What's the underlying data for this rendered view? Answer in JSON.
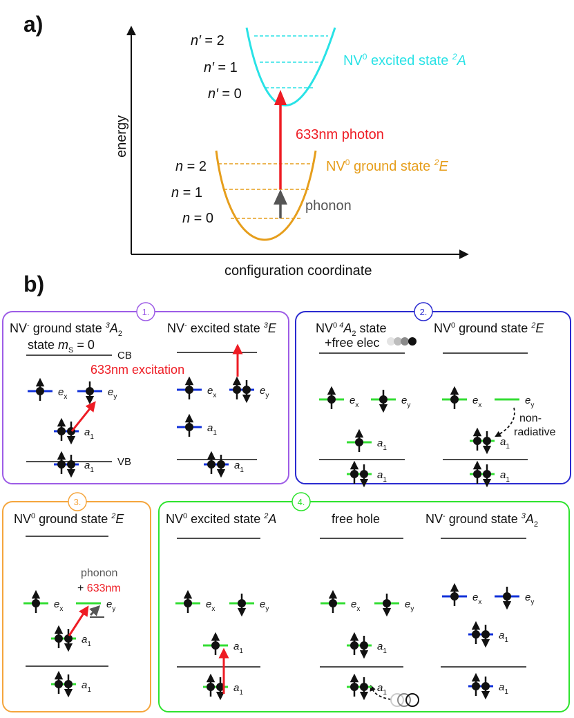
{
  "panel_a": {
    "label": "a)",
    "y_axis_label": "energy",
    "x_axis_label": "configuration coordinate",
    "excited": {
      "title_prefix": "NV",
      "title_sup": "0",
      "title_mid": " excited state ",
      "title_sup2": "2",
      "title_term": "A",
      "levels": [
        {
          "sym": "n′",
          "eq": " = ",
          "val": "2"
        },
        {
          "sym": "n′",
          "eq": " = ",
          "val": "1"
        },
        {
          "sym": "n′",
          "eq": " = ",
          "val": "0"
        }
      ]
    },
    "ground": {
      "title_prefix": "NV",
      "title_sup": "0",
      "title_mid": " ground state ",
      "title_sup2": "2",
      "title_term": "E",
      "levels": [
        {
          "sym": "n",
          "eq": " = ",
          "val": "2"
        },
        {
          "sym": "n",
          "eq": " = ",
          "val": "1"
        },
        {
          "sym": "n",
          "eq": " = ",
          "val": "0"
        }
      ]
    },
    "photon_label": "633nm photon",
    "phonon_label": "phonon"
  },
  "panel_b": {
    "label": "b)",
    "boxes": [
      {
        "number": "1."
      },
      {
        "number": "2."
      },
      {
        "number": "3."
      },
      {
        "number": "4."
      }
    ],
    "box1": {
      "left_title_a": "NV",
      "left_title_a_sup": "-",
      "left_title_b": " ground state ",
      "left_title_b_sup": "3",
      "left_title_term": "A",
      "left_title_sub": "2",
      "left_title_line2": "state ",
      "left_title_ms": "m",
      "left_title_ms_sub": "S",
      "left_title_ms_val": " = 0",
      "right_title_a": "NV",
      "right_title_a_sup": "-",
      "right_title_b": " excited state ",
      "right_title_b_sup": "3",
      "right_title_term": "E",
      "cb": "CB",
      "vb": "VB",
      "excitation": "633nm excitation"
    },
    "box2": {
      "left_title_a": "NV",
      "left_title_a_sup": "0",
      "left_title_b_sup": " 4",
      "left_title_term": "A",
      "left_title_sub": "2",
      "left_title_b": " state",
      "left_title_line2": "+free elec",
      "right_title_a": "NV",
      "right_title_a_sup": "0",
      "right_title_b": " ground state ",
      "right_title_b_sup": "2",
      "right_title_term": "E",
      "nonrad_1": "non-",
      "nonrad_2": "radiative"
    },
    "box3": {
      "title_a": "NV",
      "title_a_sup": "0",
      "title_b": " ground state ",
      "title_b_sup": "2",
      "title_term": "E",
      "phonon": "phonon",
      "plus": "+ ",
      "laser": "633nm"
    },
    "box4": {
      "left_title_a": "NV",
      "left_title_a_sup": "0",
      "left_title_b": " excited state ",
      "left_title_b_sup": "2",
      "left_title_term": "A",
      "middle_title": "free hole",
      "right_title_a": "NV",
      "right_title_a_sup": "-",
      "right_title_b": " ground state ",
      "right_title_b_sup": "3",
      "right_title_term": "A",
      "right_title_sub": "2"
    },
    "orbitals": {
      "ex": "e",
      "ex_sub": "x",
      "ey": "e",
      "ey_sub": "y",
      "a1": "a",
      "a1_sub": "1"
    }
  },
  "colors": {
    "cyan": "#29e2e6",
    "orange": "#e69e1c",
    "red": "#ee1c24",
    "gray_arrow": "#555555",
    "purple": "#9d5ce6",
    "blue": "#2a2ad0",
    "box_orange": "#f5a53c",
    "green": "#2ee32e",
    "level_blue": "#1030d8",
    "level_green": "#33dd33"
  }
}
